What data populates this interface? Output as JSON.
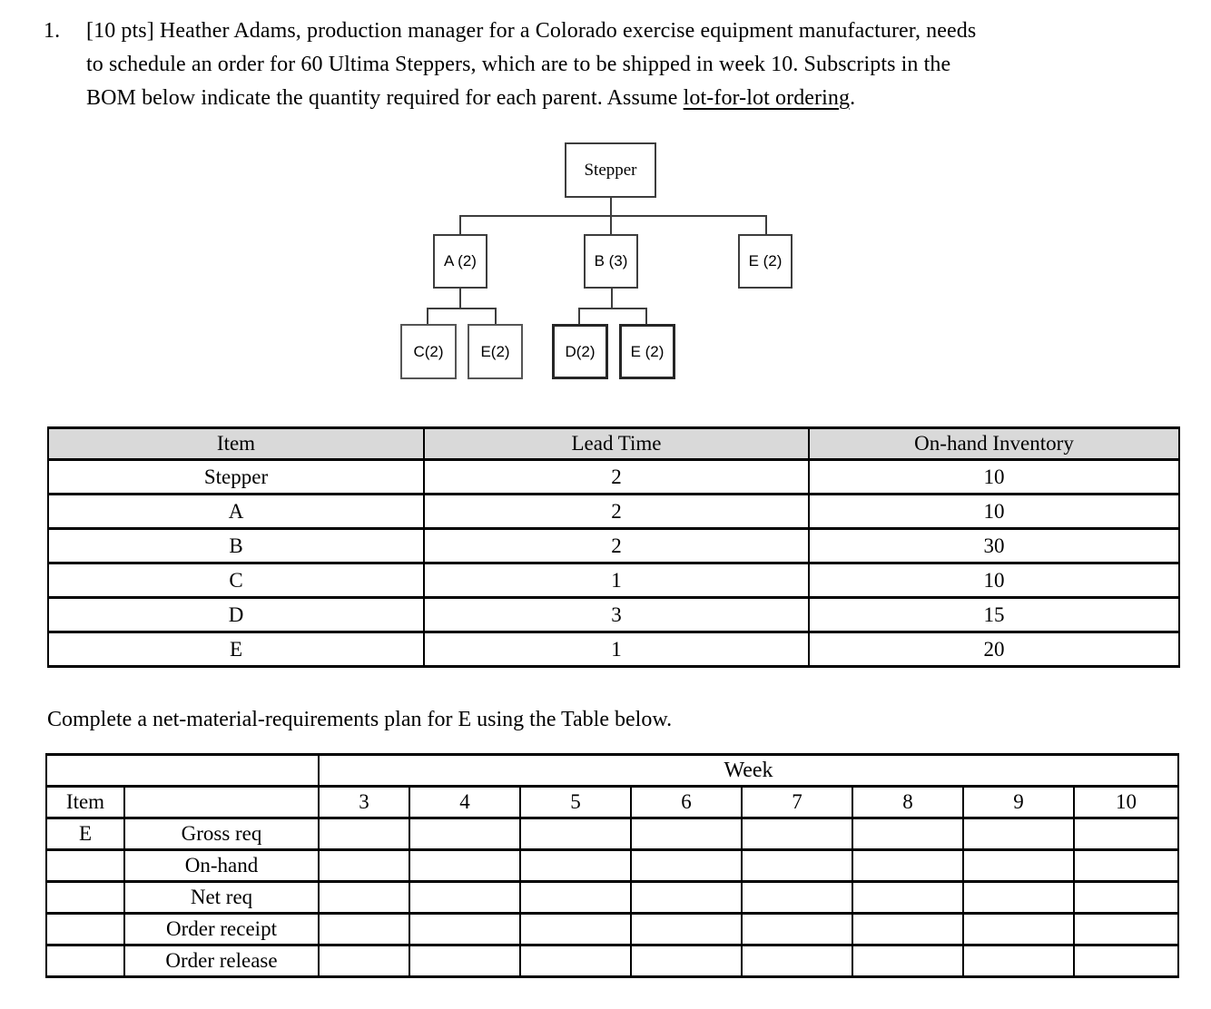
{
  "problem": {
    "number": "1.",
    "lines": [
      "[10 pts] Heather Adams, production manager for a Colorado exercise equipment manufacturer, needs",
      "to schedule an order for 60 Ultima Steppers, which are to be shipped in week 10. Subscripts in the",
      "BOM below indicate the quantity required for each parent. Assume "
    ],
    "underlined": "lot-for-lot ordering",
    "after_underline": "."
  },
  "bom": {
    "root": "Stepper",
    "a": "A (2)",
    "b": "B (3)",
    "e_top": "E (2)",
    "c": "C(2)",
    "e_under_a": "E(2)",
    "d": "D(2)",
    "e_under_b": "E (2)"
  },
  "item_table": {
    "headers": [
      "Item",
      "Lead Time",
      "On-hand Inventory"
    ],
    "rows": [
      [
        "Stepper",
        "2",
        "10"
      ],
      [
        "A",
        "2",
        "10"
      ],
      [
        "B",
        "2",
        "30"
      ],
      [
        "C",
        "1",
        "10"
      ],
      [
        "D",
        "3",
        "15"
      ],
      [
        "E",
        "1",
        "20"
      ]
    ]
  },
  "instruction": "Complete a net-material-requirements plan for E using the Table below.",
  "mrp_table": {
    "week_header": "Week",
    "item_header": "Item",
    "item_value": "E",
    "weeks": [
      "3",
      "4",
      "5",
      "6",
      "7",
      "8",
      "9",
      "10"
    ],
    "row_labels": [
      "Gross req",
      "On-hand",
      "Net req",
      "Order receipt",
      "Order release"
    ]
  },
  "colors": {
    "table_header_bg": "#d9d9d9",
    "table_border": "#000000",
    "bom_border": "#3d3d3d"
  }
}
